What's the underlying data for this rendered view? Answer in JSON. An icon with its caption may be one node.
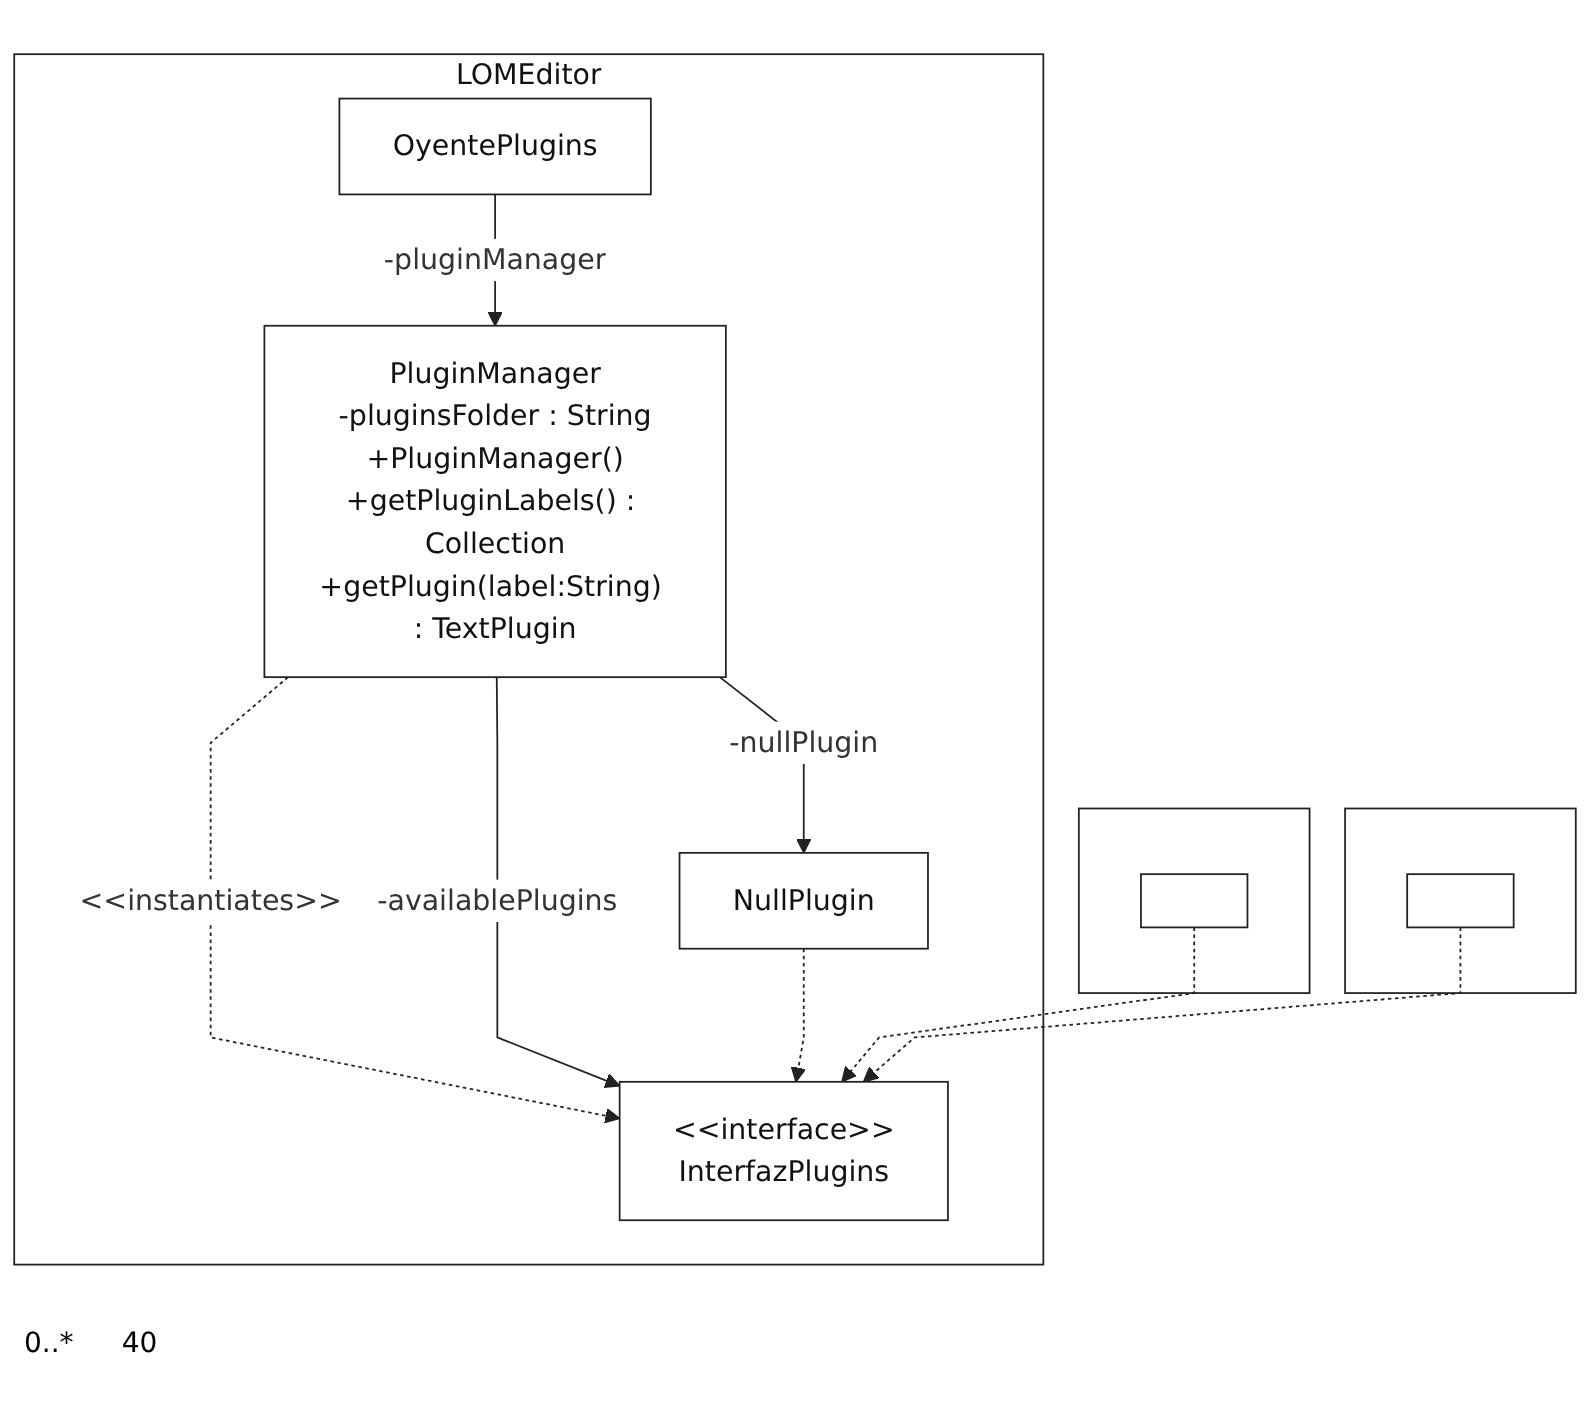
{
  "diagram": {
    "nodes": [
      {
        "text": [
          "LOMEditor"
        ]
      },
      {
        "text": [
          "OyentePlugins"
        ],
        "in": 0
      },
      {
        "text": [
          "PluginManager",
          "-pluginsFolder : String",
          "+PluginManager()",
          "+getPluginLabels() : Collection",
          "+getPlugin(label:String) : TextPlugin"
        ],
        "in": 0
      },
      {
        "text": [
          "<<interface>>",
          "InterfazPlugins"
        ],
        "in": 0
      },
      {
        "text": [
          "NullPlugin"
        ],
        "in": 0
      },
      {
        "text": [],
        "shape": "box"
      },
      {
        "text": [],
        "shape": "box",
        "in": 5
      },
      {
        "text": [],
        "shape": "box"
      },
      {
        "text": [],
        "shape": "box",
        "in": 7
      }
    ],
    "edges": [
      {
        "from": 1,
        "to": 2,
        "arrow": "to",
        "label": "-pluginManager"
      },
      {
        "from": 2,
        "to": 3,
        "arrow": "to",
        "label": "<<instantiates>>",
        "style": "dashed"
      },
      {
        "from": 2,
        "to": 3,
        "arrow": "to",
        "label": "-availablePlugins"
      },
      {
        "from": 2,
        "to": 4,
        "arrow": "to",
        "label": "-nullPlugin"
      },
      {
        "from": 4,
        "to": 3,
        "arrow": "to",
        "style": "dashed"
      },
      {
        "from": 6,
        "to": 3,
        "arrow": "to",
        "style": "dashed"
      },
      {
        "from": 8,
        "to": 3,
        "arrow": "to",
        "style": "dashed"
      }
    ],
    "labels": [
      "0..*",
      "40"
    ]
  }
}
